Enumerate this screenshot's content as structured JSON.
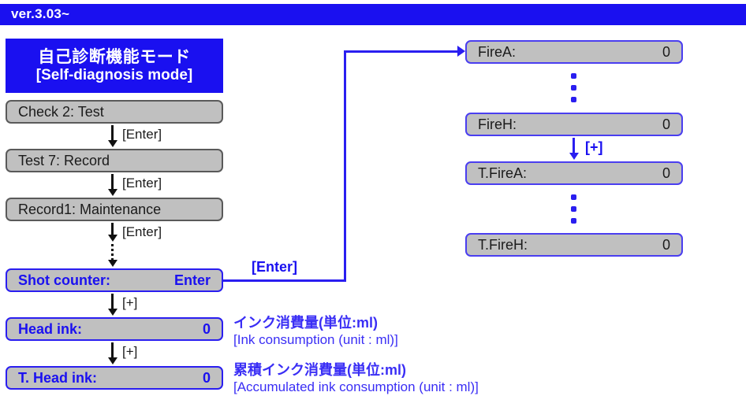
{
  "version_bar": {
    "label": "ver.3.03~"
  },
  "mode_header": {
    "jp": "自己診断機能モード",
    "en": "[Self-diagnosis mode]"
  },
  "left_flow": {
    "boxes": [
      {
        "label": "Check  2:   Test",
        "value": "",
        "style": "plain"
      },
      {
        "label": "Test  7:    Record",
        "value": "",
        "style": "plain"
      },
      {
        "label": "Record1:    Maintenance",
        "value": "",
        "style": "plain"
      },
      {
        "label": "Shot counter:",
        "value": "Enter",
        "style": "bluetext"
      },
      {
        "label": "Head  ink:",
        "value": "0",
        "style": "bluetext"
      },
      {
        "label": "T. Head ink:",
        "value": "0",
        "style": "bluetext"
      }
    ],
    "arrows": [
      {
        "key": "[Enter]"
      },
      {
        "key": "[Enter]"
      },
      {
        "key": "[Enter]"
      },
      {
        "key": "[+]"
      },
      {
        "key": "[+]"
      }
    ]
  },
  "branch": {
    "key": "[Enter]"
  },
  "right_flow": {
    "boxes": [
      {
        "label": "FireA:",
        "value": "0"
      },
      {
        "label": "FireH:",
        "value": "0"
      },
      {
        "label": "T.FireA:",
        "value": "0"
      },
      {
        "label": "T.FireH:",
        "value": "0"
      }
    ],
    "arrow_key": "[+]"
  },
  "annotations": [
    {
      "jp": "インク消費量(単位:ml)",
      "en": "[Ink consumption (unit : ml)]"
    },
    {
      "jp": "累積インク消費量(単位:ml)",
      "en": "[Accumulated ink consumption (unit : ml)]"
    }
  ],
  "colors": {
    "brand_blue": "#1a10f0",
    "box_gray": "#c0c0c0",
    "box_border_gray": "#5a5a5a",
    "box_border_blue": "#4a3ef0"
  }
}
